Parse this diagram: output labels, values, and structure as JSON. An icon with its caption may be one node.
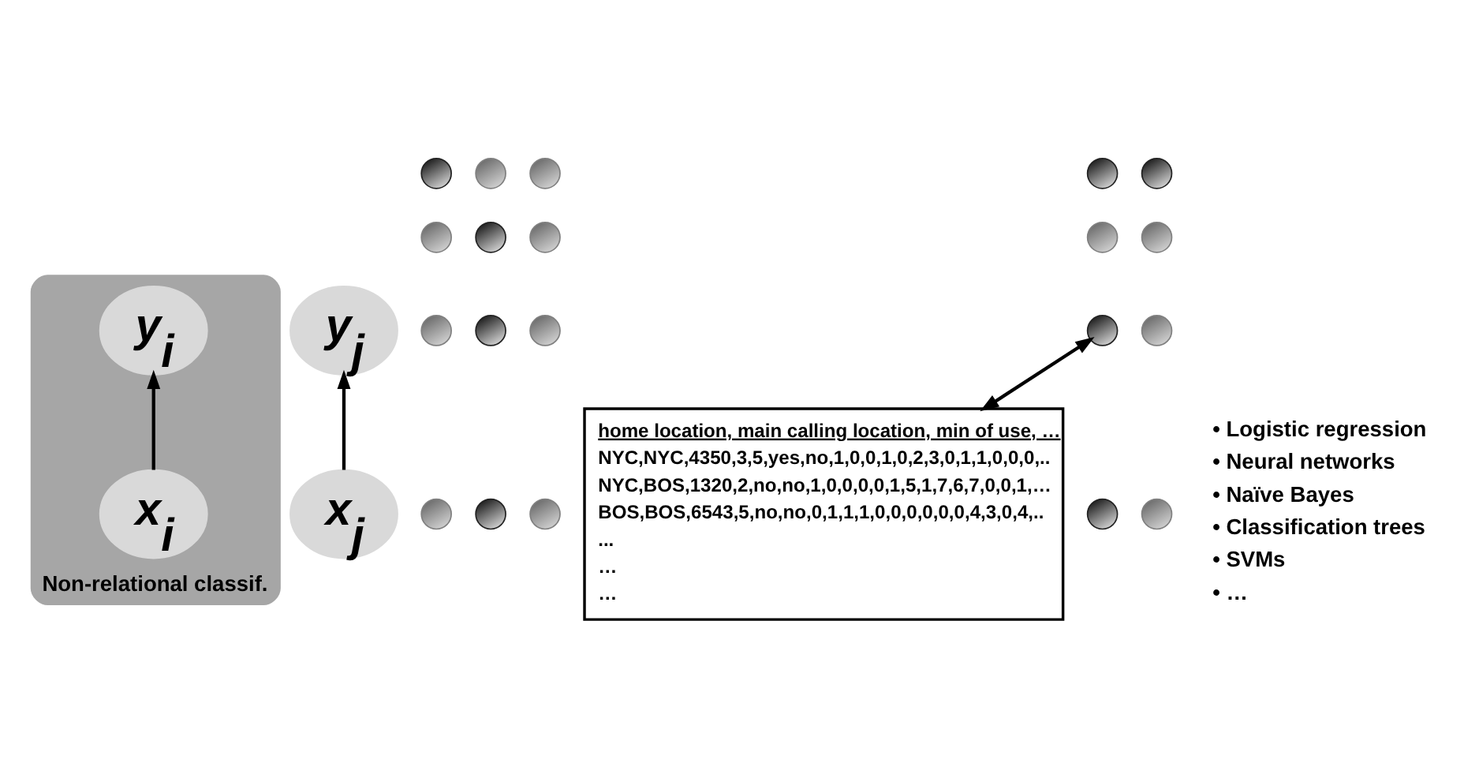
{
  "diagram": {
    "nodes": [
      {
        "text": [
          "Non-relational classif."
        ]
      },
      {
        "text": [
          "y$_{i}$"
        ],
        "in": 0
      },
      {
        "text": [
          "x$_{i}$"
        ],
        "in": 0
      },
      {
        "text": [
          "y$_{j}$"
        ]
      },
      {
        "text": [
          "x$_{j}$"
        ]
      },
      {
        "text": [],
        "shape": "circle"
      },
      {
        "text": [],
        "shape": "circle"
      },
      {
        "text": [],
        "shape": "circle"
      },
      {
        "text": [],
        "shape": "circle"
      },
      {
        "text": [],
        "shape": "circle"
      },
      {
        "text": [],
        "shape": "circle"
      },
      {
        "text": [],
        "shape": "circle"
      },
      {
        "text": [],
        "shape": "circle"
      },
      {
        "text": [],
        "shape": "circle"
      },
      {
        "text": [],
        "shape": "circle"
      },
      {
        "text": [],
        "shape": "circle"
      },
      {
        "text": [],
        "shape": "circle"
      },
      {
        "text": [],
        "shape": "circle"
      },
      {
        "text": [],
        "shape": "circle"
      },
      {
        "text": [],
        "shape": "circle"
      },
      {
        "text": [],
        "shape": "circle"
      },
      {
        "text": [],
        "shape": "circle"
      },
      {
        "text": [],
        "shape": "circle"
      },
      {
        "text": [],
        "shape": "circle"
      },
      {
        "text": [],
        "shape": "circle"
      },
      {
        "text": [
          "home location, main calling location, min of use, …",
          "NYC,NYC,4350,3,5,yes,no,1,0,0,1,0,2,3,0,1,1,0,0,0,..",
          "NYC,BOS,1320,2,no,no,1,0,0,0,0,1,5,1,7,6,7,0,0,1,…",
          "BOS,BOS,6543,5,no,no,0,1,1,1,0,0,0,0,0,0,4,3,0,4,..",
          "...",
          "…",
          "…"
        ]
      }
    ],
    "edges": [
      {
        "from": 2,
        "to": 1,
        "arrow": "to"
      },
      {
        "from": 4,
        "to": 3,
        "arrow": "to"
      },
      {
        "from": 18,
        "to": 25,
        "arrow": "both"
      }
    ],
    "labels": [
      "• Logistic regression",
      "• Neural networks",
      "• Naïve Bayes",
      "• Classification trees",
      "• SVMs",
      "• …"
    ]
  }
}
